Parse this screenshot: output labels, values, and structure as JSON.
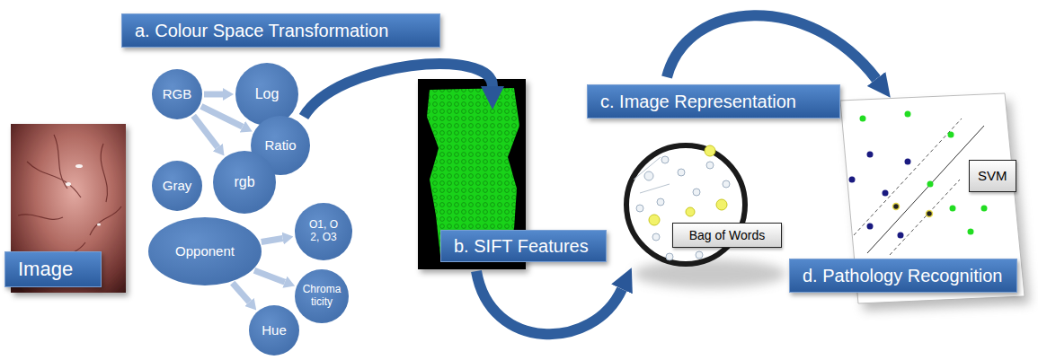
{
  "diagram": {
    "nodes": [
      {
        "text": [
          "a. Colour Space Transformation"
        ]
      },
      {
        "text": [
          "RGB"
        ]
      },
      {
        "text": [
          "Log"
        ]
      },
      {
        "text": [
          "Ratio"
        ]
      },
      {
        "text": [
          "Gray"
        ]
      },
      {
        "text": [
          "rgb"
        ]
      },
      {
        "text": [
          "Opponent"
        ]
      },
      {
        "text": [
          "O1, O2, O3"
        ]
      },
      {
        "text": [
          "Chromaticity"
        ]
      },
      {
        "text": [
          "Hue"
        ]
      },
      {
        "text": [
          "Image"
        ]
      },
      {
        "text": [
          "c. Image Representation"
        ]
      },
      {
        "text": [
          "b. SIFT Features"
        ]
      },
      {
        "text": [
          "Bag of Words"
        ]
      },
      {
        "text": [
          "SVM"
        ]
      },
      {
        "text": [
          "d. Pathology Recognition"
        ]
      }
    ],
    "edges": [
      {
        "from": 1,
        "to": 2,
        "arrow": "to"
      },
      {
        "from": 1,
        "to": 3,
        "arrow": "to"
      },
      {
        "from": 1,
        "to": 5,
        "arrow": "to"
      },
      {
        "from": 6,
        "to": 7,
        "arrow": "to"
      },
      {
        "from": 6,
        "to": 8,
        "arrow": "to"
      },
      {
        "from": 6,
        "to": 9,
        "arrow": "to"
      }
    ]
  }
}
